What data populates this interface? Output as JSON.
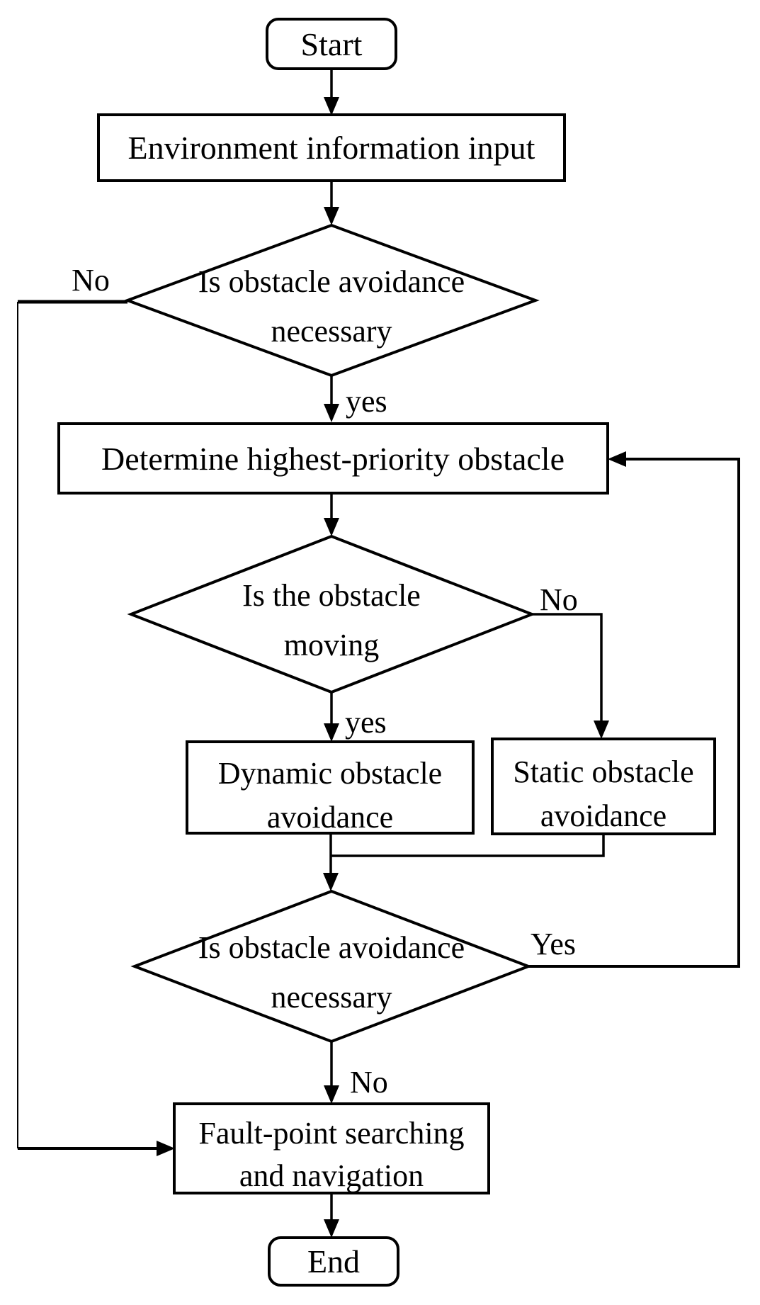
{
  "diagram": {
    "type": "flowchart",
    "colors": {
      "background": "#ffffff",
      "stroke": "#000000",
      "text": "#000000",
      "shape_fill": "#ffffff"
    },
    "nodes": {
      "start": {
        "type": "terminator",
        "label": "Start"
      },
      "env_input": {
        "type": "process",
        "label": "Environment information input"
      },
      "decision1": {
        "type": "decision",
        "label": "Is obstacle avoidance necessary",
        "line1": "Is obstacle avoidance",
        "line2": "necessary"
      },
      "determine": {
        "type": "process",
        "label": "Determine highest-priority obstacle"
      },
      "decision2": {
        "type": "decision",
        "label": "Is the obstacle moving",
        "line1": "Is the obstacle",
        "line2": "moving"
      },
      "dynamic": {
        "type": "process",
        "label": "Dynamic obstacle avoidance",
        "line1": "Dynamic obstacle",
        "line2": "avoidance"
      },
      "static": {
        "type": "process",
        "label": "Static obstacle avoidance",
        "line1": "Static obstacle",
        "line2": "avoidance"
      },
      "decision3": {
        "type": "decision",
        "label": "Is obstacle avoidance necessary",
        "line1": "Is obstacle avoidance",
        "line2": "necessary"
      },
      "fault": {
        "type": "process",
        "label": "Fault-point searching and navigation",
        "line1": "Fault-point searching",
        "line2": "and navigation"
      },
      "end": {
        "type": "terminator",
        "label": "End"
      }
    },
    "edge_labels": {
      "decision1_no": "No",
      "decision1_yes": "yes",
      "decision2_no": "No",
      "decision2_yes": "yes",
      "decision3_yes": "Yes",
      "decision3_no": "No"
    },
    "edges": [
      {
        "from": "start",
        "to": "env_input",
        "label": ""
      },
      {
        "from": "env_input",
        "to": "decision1",
        "label": ""
      },
      {
        "from": "decision1",
        "to": "fault",
        "label": "No",
        "route": "left-side-down"
      },
      {
        "from": "decision1",
        "to": "determine",
        "label": "yes"
      },
      {
        "from": "determine",
        "to": "decision2",
        "label": ""
      },
      {
        "from": "decision2",
        "to": "static",
        "label": "No",
        "route": "right-down"
      },
      {
        "from": "decision2",
        "to": "dynamic",
        "label": "yes"
      },
      {
        "from": "dynamic",
        "to": "decision3",
        "label": ""
      },
      {
        "from": "static",
        "to": "decision3",
        "label": "",
        "route": "merge"
      },
      {
        "from": "decision3",
        "to": "determine",
        "label": "Yes",
        "route": "right-side-up-feedback"
      },
      {
        "from": "decision3",
        "to": "fault",
        "label": "No"
      },
      {
        "from": "fault",
        "to": "end",
        "label": ""
      }
    ]
  }
}
